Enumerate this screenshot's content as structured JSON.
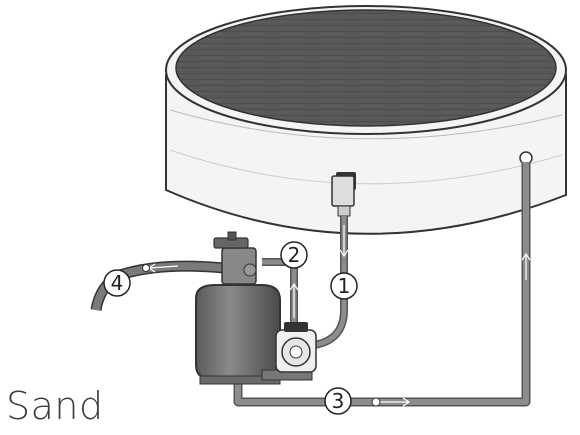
{
  "caption": "Sand",
  "markers": [
    {
      "label": "1"
    },
    {
      "label": "2"
    },
    {
      "label": "3"
    },
    {
      "label": "4"
    }
  ],
  "colors": {
    "pipe": "#8c8c8c",
    "pipe_edge": "#555555",
    "cover": "#555555",
    "wall": "#f2f2f2",
    "outline": "#333333",
    "arrow": "#ffffff"
  }
}
